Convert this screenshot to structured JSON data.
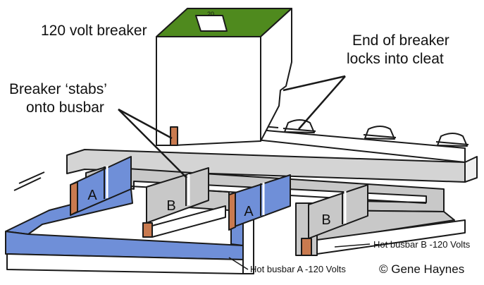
{
  "labels": {
    "breaker_title": "120 volt breaker",
    "stabs_line1": "Breaker ‘stabs’",
    "stabs_line2": "onto busbar",
    "cleat_line1": "End of breaker",
    "cleat_line2": "locks into cleat",
    "busbar_b": "Hot busbar B -120 Volts",
    "busbar_a": "Hot busbar A -120 Volts",
    "copyright": "© Gene Haynes"
  },
  "breaker_handle_text": "20",
  "tab_letters": [
    "A",
    "B",
    "A",
    "B"
  ],
  "colors": {
    "busbar_a": "#6f8fd8",
    "busbar_b": "#c8c8c8",
    "breaker_top": "#4f8a1e",
    "copper": "#c97a4f",
    "outline": "#1a1a1a"
  }
}
